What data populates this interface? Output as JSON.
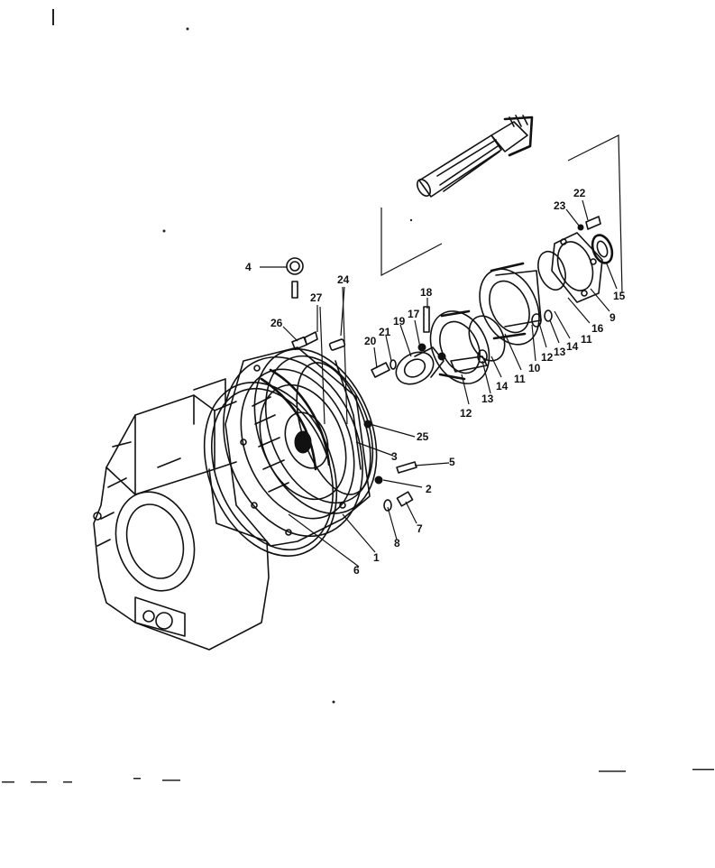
{
  "callouts": {
    "c1": "1",
    "c2": "2",
    "c3": "3",
    "c4": "4",
    "c5": "5",
    "c6": "6",
    "c7": "7",
    "c8": "8",
    "c9": "9",
    "c10": "10",
    "c11a": "11",
    "c11b": "11",
    "c12a": "12",
    "c12b": "12",
    "c13a": "13",
    "c13b": "13",
    "c14a": "14",
    "c14b": "14",
    "c15": "15",
    "c16": "16",
    "c17": "17",
    "c18": "18",
    "c19": "19",
    "c20": "20",
    "c21": "21",
    "c22": "22",
    "c23": "23",
    "c24": "24",
    "c25": "25",
    "c26": "26",
    "c27": "27"
  },
  "colors": {
    "ink": "#111111",
    "paper": "#ffffff"
  }
}
